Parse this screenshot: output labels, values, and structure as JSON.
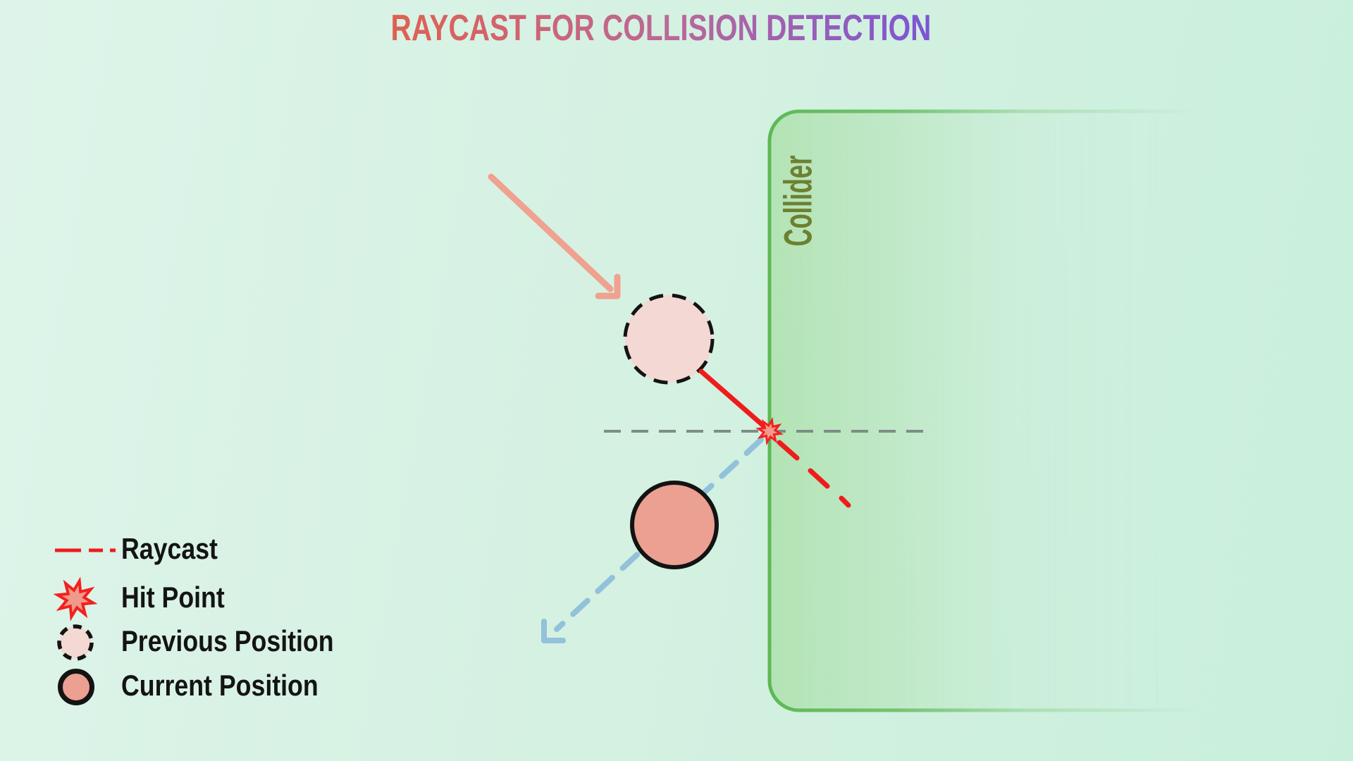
{
  "title": {
    "text": "RAYCAST FOR COLLISION DETECTION"
  },
  "collider": {
    "label": "Collider"
  },
  "legend": {
    "items": [
      {
        "label": "Raycast",
        "icon": "raycast-dashed-line-icon"
      },
      {
        "label": "Hit Point",
        "icon": "hit-point-star-icon"
      },
      {
        "label": "Previous Position",
        "icon": "previous-position-circle-icon"
      },
      {
        "label": "Current Position",
        "icon": "current-position-circle-icon"
      }
    ]
  },
  "colors": {
    "bg_start": "#def4ea",
    "bg_mid": "#d5f1e2",
    "bg_end": "#c9efdc",
    "title_a": "#df6150",
    "title_b": "#bb6898",
    "title_c": "#7b56d4",
    "collider_border": "#5cb855",
    "collider_fill": "#9ad890",
    "collider_text": "#6d8030",
    "raycast_red": "#ee1c1c",
    "motion_arrow": "#f0a190",
    "prev_fill": "#f3d8d3",
    "curr_fill": "#eba092",
    "outline_dark": "#131313",
    "blue_arrow": "#92c1da",
    "gray_dash": "#7d8d87",
    "star_fill": "#ef9a8b",
    "star_stroke": "#f42020",
    "legend_text": "#141414"
  }
}
